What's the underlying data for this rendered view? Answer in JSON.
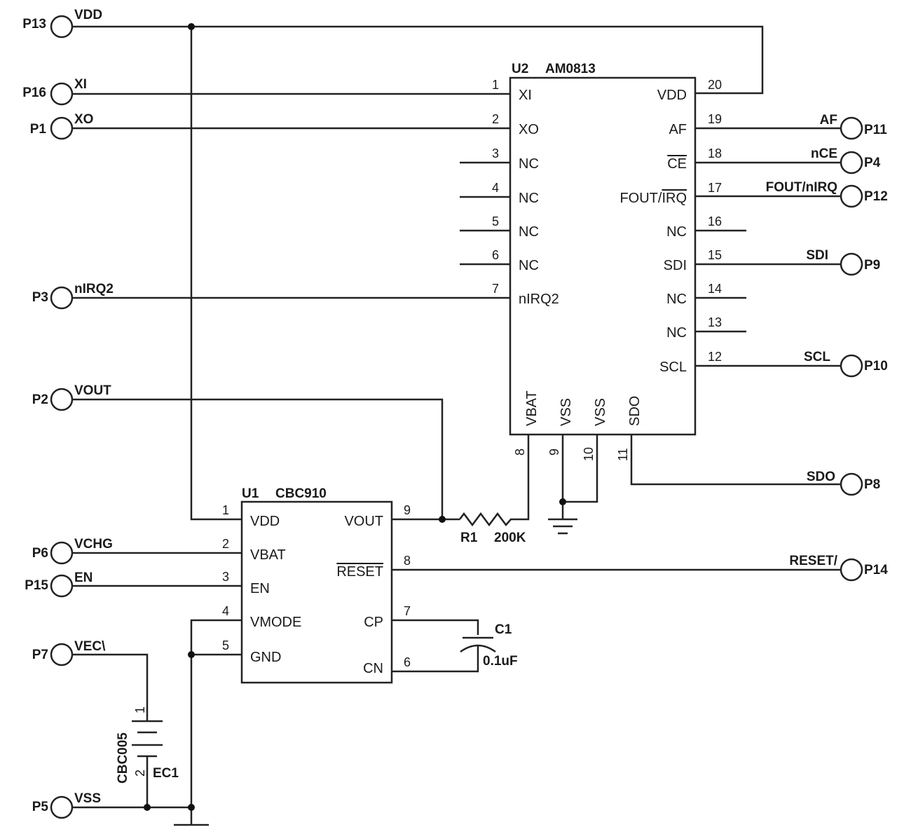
{
  "ports": [
    {
      "id": "P13",
      "net": "VDD"
    },
    {
      "id": "P16",
      "net": "XI"
    },
    {
      "id": "P1",
      "net": "XO"
    },
    {
      "id": "P3",
      "net": "nIRQ2"
    },
    {
      "id": "P2",
      "net": "VOUT"
    },
    {
      "id": "P6",
      "net": "VCHG"
    },
    {
      "id": "P15",
      "net": "EN"
    },
    {
      "id": "P7",
      "net": "VEC\\"
    },
    {
      "id": "P5",
      "net": "VSS"
    },
    {
      "id": "P11",
      "net": "AF"
    },
    {
      "id": "P4",
      "net": "nCE"
    },
    {
      "id": "P12",
      "net": "FOUT/nIRQ"
    },
    {
      "id": "P9",
      "net": "SDI"
    },
    {
      "id": "P10",
      "net": "SCL"
    },
    {
      "id": "P8",
      "net": "SDO"
    },
    {
      "id": "P14",
      "net": "RESET/"
    }
  ],
  "u2": {
    "ref": "U2",
    "part": "AM0813",
    "left_pins": [
      {
        "num": "1",
        "name": "XI"
      },
      {
        "num": "2",
        "name": "XO"
      },
      {
        "num": "3",
        "name": "NC"
      },
      {
        "num": "4",
        "name": "NC"
      },
      {
        "num": "5",
        "name": "NC"
      },
      {
        "num": "6",
        "name": "NC"
      },
      {
        "num": "7",
        "name": "nIRQ2"
      }
    ],
    "right_pins": [
      {
        "num": "20",
        "name": "VDD"
      },
      {
        "num": "19",
        "name": "AF"
      },
      {
        "num": "18",
        "name": "CE"
      },
      {
        "num": "17",
        "name_a": "FOUT/",
        "name_b": "IRQ"
      },
      {
        "num": "16",
        "name": "NC"
      },
      {
        "num": "15",
        "name": "SDI"
      },
      {
        "num": "14",
        "name": "NC"
      },
      {
        "num": "13",
        "name": "NC"
      },
      {
        "num": "12",
        "name": "SCL"
      }
    ],
    "bottom_pins": [
      {
        "num": "8",
        "name": "VBAT"
      },
      {
        "num": "9",
        "name": "VSS"
      },
      {
        "num": "10",
        "name": "VSS"
      },
      {
        "num": "11",
        "name": "SDO"
      }
    ]
  },
  "u1": {
    "ref": "U1",
    "part": "CBC910",
    "left_pins": [
      {
        "num": "1",
        "name": "VDD"
      },
      {
        "num": "2",
        "name": "VBAT"
      },
      {
        "num": "3",
        "name": "EN"
      },
      {
        "num": "4",
        "name": "VMODE"
      },
      {
        "num": "5",
        "name": "GND"
      }
    ],
    "right_pins": [
      {
        "num": "9",
        "name": "VOUT"
      },
      {
        "num": "8",
        "name": "RESET"
      },
      {
        "num": "7",
        "name": "CP"
      },
      {
        "num": "6",
        "name": "CN"
      }
    ]
  },
  "r1": {
    "ref": "R1",
    "value": "200K"
  },
  "c1": {
    "ref": "C1",
    "value": "0.1uF"
  },
  "ec1": {
    "ref": "EC1",
    "part": "CBC005",
    "pin1": "1",
    "pin2": "2"
  }
}
